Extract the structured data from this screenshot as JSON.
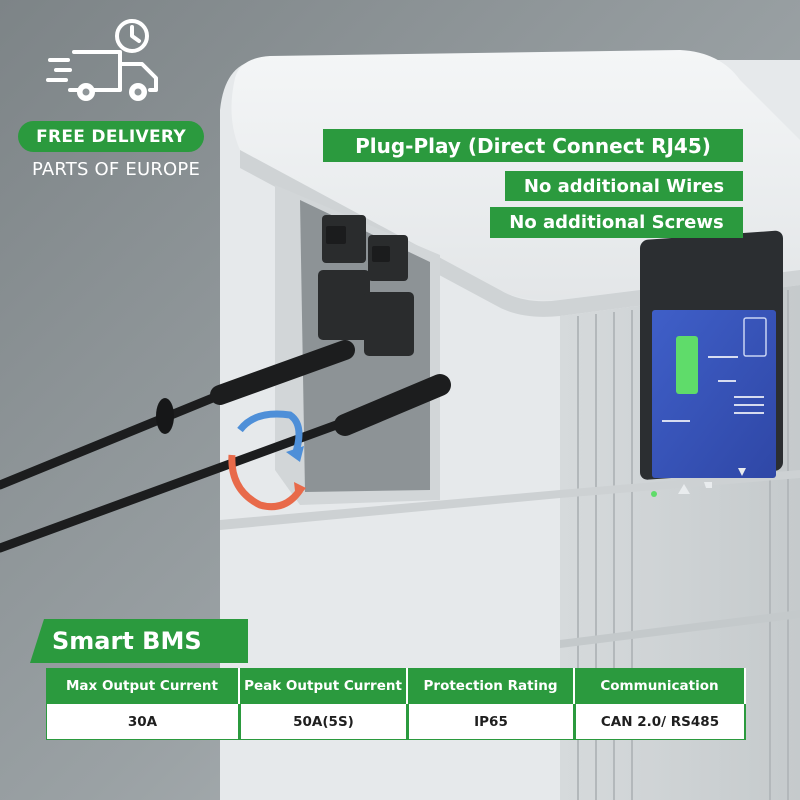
{
  "colors": {
    "brand_green": "#2b9a3e",
    "background_gray": "#8f9699",
    "device_white": "#e9ecee"
  },
  "icons": {
    "delivery": "delivery-truck-clock-icon"
  },
  "delivery": {
    "badge": "FREE DELIVERY",
    "subtitle": "PARTS OF EUROPE"
  },
  "features": {
    "main": "Plug-Play (Direct Connect RJ45)",
    "wires": "No additional Wires",
    "screws": "No additional Screws"
  },
  "bms": {
    "title": "Smart BMS",
    "columns": [
      {
        "header": "Max Output Current",
        "value": "30A"
      },
      {
        "header": "Peak Output Current",
        "value": "50A(5S)"
      },
      {
        "header": "Protection Rating",
        "value": "IP65"
      },
      {
        "header": "Communication",
        "value": "CAN 2.0/ RS485"
      }
    ]
  }
}
